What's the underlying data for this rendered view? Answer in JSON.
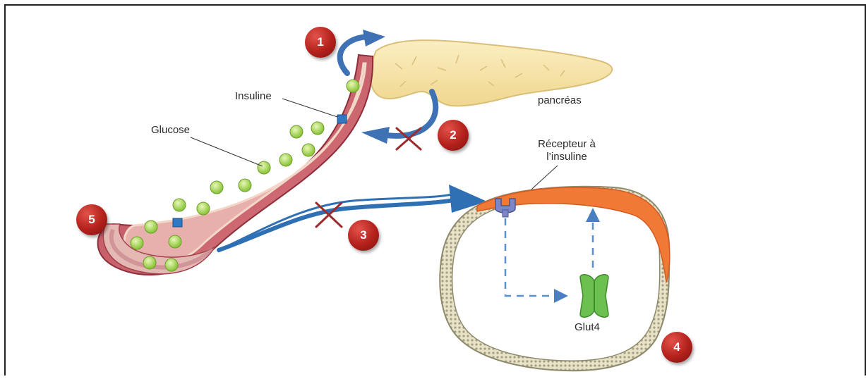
{
  "labels": {
    "pancreas": "pancréas",
    "insulin": "Insuline",
    "glucose": "Glucose",
    "receptor": "Récepteur à\nl’insuline",
    "glut4": "Glut4"
  },
  "steps": [
    "1",
    "2",
    "3",
    "4",
    "5"
  ],
  "colors": {
    "badge": "#b3201b",
    "arrow": "#2f6fb3",
    "cross": "#9b2c2c",
    "vessel_wall": "#c9606a",
    "vessel_lumen": "#e9a3a3",
    "glucose": "#a8d84a",
    "insulin": "#2e78c4",
    "pancreas": "#f5e2a6",
    "cell_membrane": "#ccc7a8",
    "cell_cap": "#f07a35",
    "glut4": "#5fb24a",
    "receptor": "#7d86c8"
  },
  "icons": [
    "cross-mark-icon",
    "curved-arrow-icon",
    "glut4-transporter-icon",
    "insulin-receptor-icon"
  ]
}
